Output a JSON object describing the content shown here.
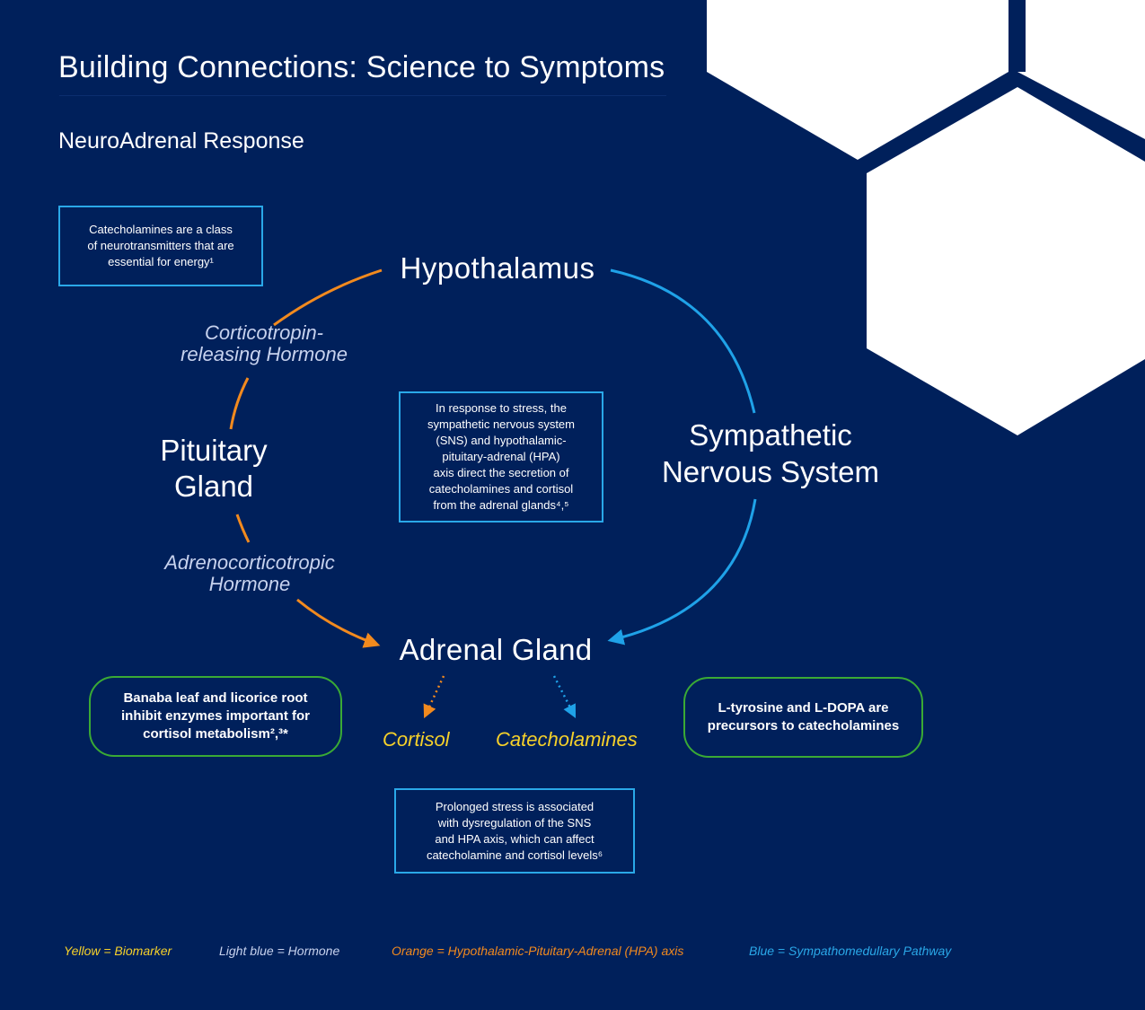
{
  "header": {
    "title": "Building Connections: Science to Symptoms",
    "subtitle": "NeuroAdrenal Response"
  },
  "nodes": {
    "hypothalamus": "Hypothalamus",
    "pituitary_line1": "Pituitary",
    "pituitary_line2": "Gland",
    "sns_line1": "Sympathetic",
    "sns_line2": "Nervous System",
    "adrenal": "Adrenal Gland"
  },
  "hormones": {
    "crh_line1": "Corticotropin-",
    "crh_line2": "releasing Hormone",
    "acth_line1": "Adrenocorticotropic",
    "acth_line2": "Hormone"
  },
  "biomarkers": {
    "cortisol": "Cortisol",
    "catecholamines": "Catecholamines"
  },
  "info_boxes": {
    "catecholamines_note": [
      "Catecholamines are a class",
      "of neurotransmitters that are",
      "essential for energy¹"
    ],
    "stress_note": [
      "In response to stress, the",
      "sympathetic nervous system",
      "(SNS) and hypothalamic-",
      "pituitary-adrenal (HPA)",
      "axis direct the secretion of",
      "catecholamines and cortisol",
      "from the adrenal glands⁴,⁵"
    ],
    "prolonged_note": [
      "Prolonged stress is associated",
      "with dysregulation of the SNS",
      "and HPA axis, which can affect",
      "catecholamine and cortisol levels⁶"
    ]
  },
  "pill_boxes": {
    "banaba": [
      "Banaba leaf and licorice root",
      "inhibit enzymes important for",
      "cortisol metabolism²,³*"
    ],
    "tyrosine": [
      "L-tyrosine and L-DOPA are",
      "precursors to catecholamines"
    ]
  },
  "legend": {
    "yellow": "Yellow = Biomarker",
    "lightblue": "Light blue =  Hormone",
    "orange": "Orange = Hypothalamic-Pituitary-Adrenal (HPA) axis",
    "blue": "Blue =  Sympathomedullary Pathway"
  },
  "colors": {
    "background": "#00205b",
    "orange": "#f28a1e",
    "blue": "#2aa8e8",
    "light_blue": "#c7d2ee",
    "yellow": "#f6d12a",
    "green": "#3aaa35",
    "hexagon": "#ffffff"
  }
}
